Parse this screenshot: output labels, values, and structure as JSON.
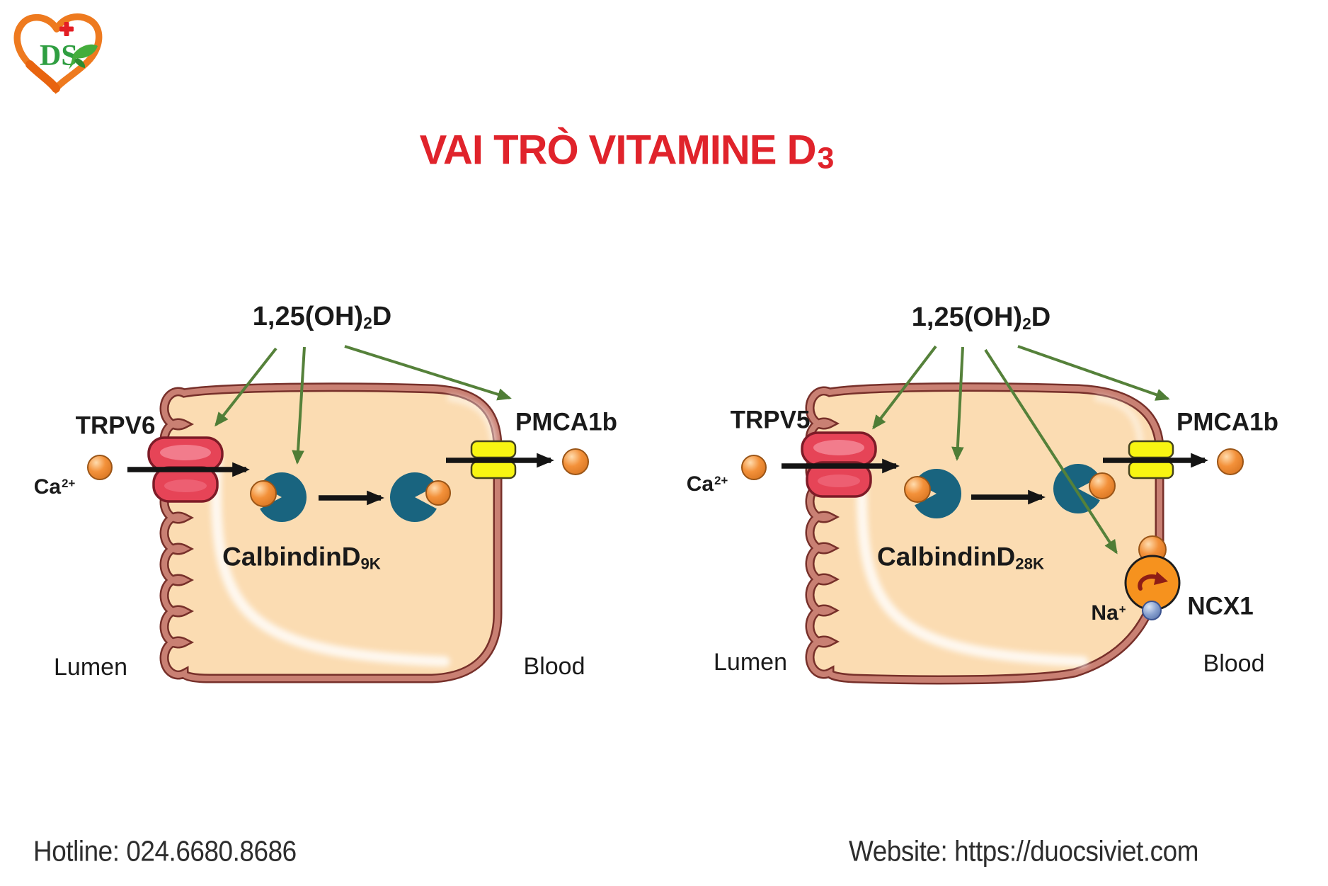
{
  "logo": {
    "text": "DS",
    "cross": "+"
  },
  "title": {
    "main": "VAI TRÒ VITAMINE D",
    "sub": "3"
  },
  "footer": {
    "hotline": "Hotline: 024.6680.8686",
    "website": "Website: https://duocsiviet.com"
  },
  "colors": {
    "title_red": "#e0232b",
    "arrow_green": "#55813a",
    "cell_fill": "#fbdcb2",
    "membrane_band": "#c98073",
    "membrane_edge": "#77302a",
    "channel_red": "#e64457",
    "pump_yellow": "#f8f512",
    "calbindin_teal": "#19647f",
    "calcium_orange": "#ee8a31",
    "ncx1_orange": "#f6921e",
    "sodium_blue": "#7d98cc",
    "text_black": "#1c1c1c"
  },
  "diagrams": {
    "left": {
      "vitamin_label": {
        "main": "1,25(OH)",
        "sub": "2",
        "tail": "D"
      },
      "channel_label": "TRPV6",
      "ca_label": {
        "main": "Ca",
        "sup": "2+"
      },
      "calbindin": {
        "main": "CalbindinD",
        "sub": "9K"
      },
      "pump_label": "PMCA1b",
      "lumen_label": "Lumen",
      "blood_label": "Blood"
    },
    "right": {
      "vitamin_label": {
        "main": "1,25(OH)",
        "sub": "2",
        "tail": "D"
      },
      "channel_label": "TRPV5",
      "ca_label": {
        "main": "Ca",
        "sup": "2+"
      },
      "calbindin": {
        "main": "CalbindinD",
        "sub": "28K"
      },
      "pump_label": "PMCA1b",
      "exchanger_label": "NCX1",
      "na_label": {
        "main": "Na",
        "sup": "+"
      },
      "lumen_label": "Lumen",
      "blood_label": "Blood"
    }
  }
}
